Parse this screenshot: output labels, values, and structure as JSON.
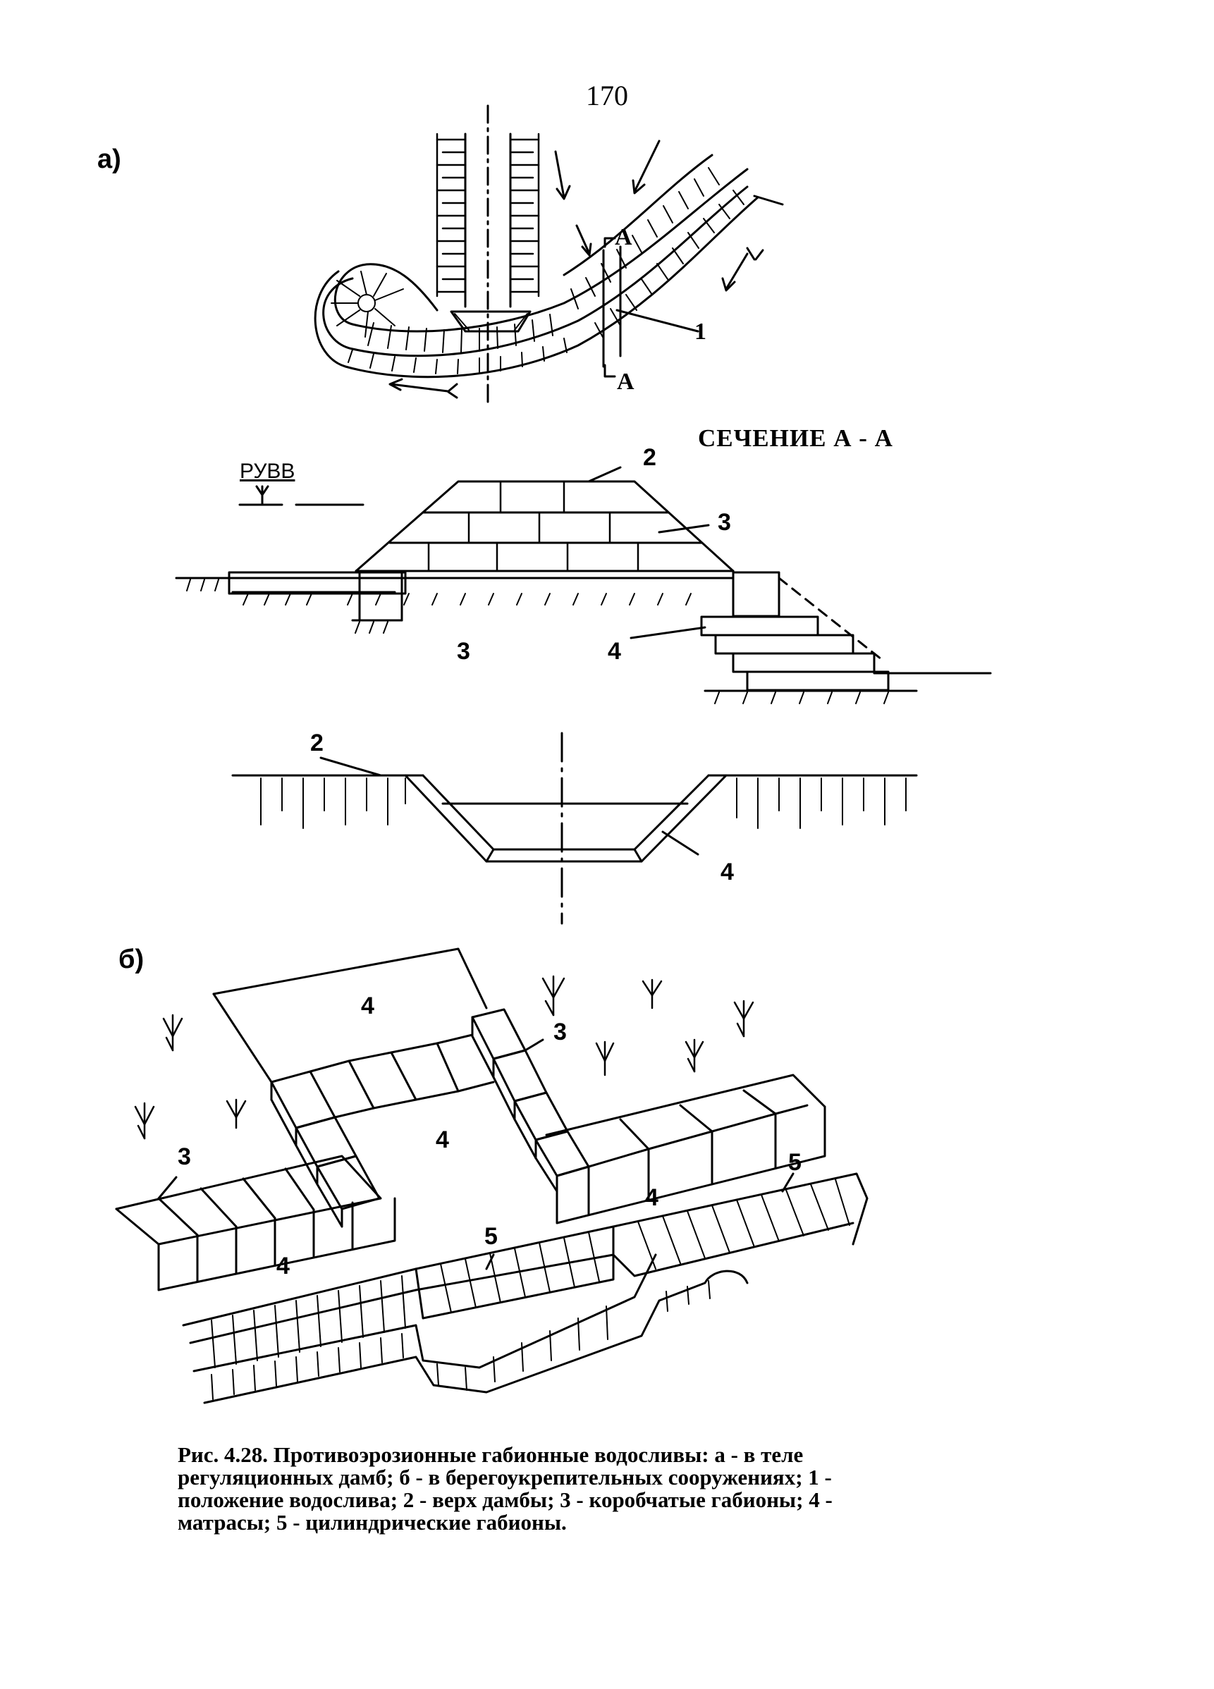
{
  "page_number": "170",
  "panels": {
    "a": "а)",
    "b": "б)"
  },
  "plan_labels": {
    "marker_1": "1",
    "section_mark_top": "А",
    "section_mark_bottom": "А"
  },
  "section_title": "СЕЧЕНИЕ А - А",
  "water_level_label": "РУВВ",
  "section_labels": {
    "label_2": "2",
    "label_3_top": "3",
    "label_3_bottom": "3",
    "label_4": "4"
  },
  "trench_labels": {
    "label_2": "2",
    "label_4": "4"
  },
  "iso_labels": {
    "label_4_top": "4",
    "label_3_right": "3",
    "label_4_center": "4",
    "label_3_left": "3",
    "label_4_right": "4",
    "label_5_right": "5",
    "label_5_center": "5",
    "label_4_left": "4"
  },
  "caption": {
    "line1": "Рис. 4.28. Противоэрозионные габионные водосливы: а - в теле",
    "line2": "регуляционных дамб; б - в берегоукрепительных сооружениях; 1 -",
    "line3": "положение водослива; 2 - верх дамбы; 3 - коробчатые габионы; 4 -",
    "line4": "матрасы; 5 - цилиндрические габионы."
  }
}
